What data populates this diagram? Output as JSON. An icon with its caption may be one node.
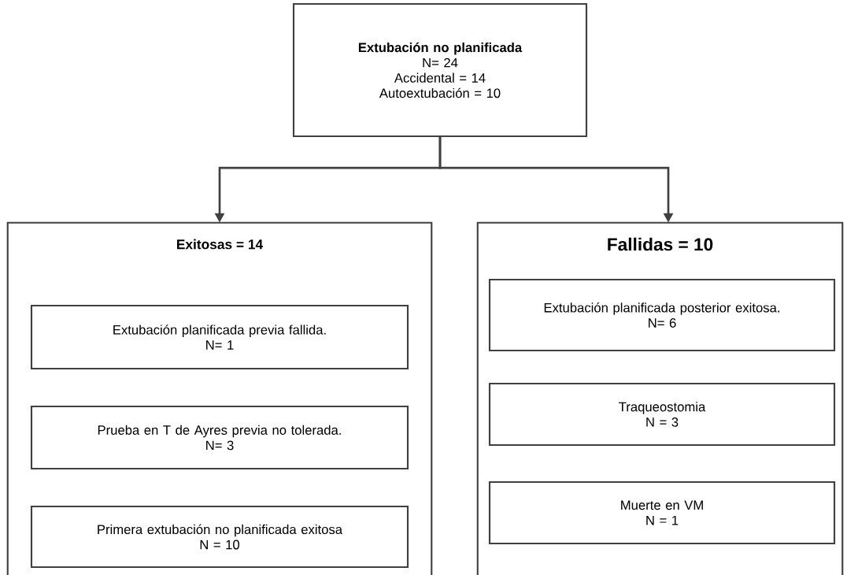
{
  "diagram": {
    "nodes": [
      {
        "text": [
          "Extubación no planificada",
          "N= 24",
          "Accidental = 14",
          "Autoextubación = 10"
        ]
      },
      {
        "text": [
          "Exitosas = 14"
        ]
      },
      {
        "text": [
          "Extubación planificada previa fallida.",
          "N= 1"
        ],
        "in": 1
      },
      {
        "text": [
          "Prueba en T de Ayres previa no tolerada.",
          "N= 3"
        ],
        "in": 1
      },
      {
        "text": [
          "Primera extubación no planificada exitosa",
          "N = 10"
        ],
        "in": 1
      },
      {
        "text": [
          "Fallidas = 10"
        ]
      },
      {
        "text": [
          "Extubación planificada posterior exitosa.",
          "N= 6"
        ],
        "in": 5
      },
      {
        "text": [
          "Traqueostomia",
          "N = 3"
        ],
        "in": 5
      },
      {
        "text": [
          "Muerte en VM",
          "N = 1"
        ],
        "in": 5
      }
    ],
    "edges": [
      {
        "from": 0,
        "to": 1,
        "arrow": "to"
      },
      {
        "from": 0,
        "to": 5,
        "arrow": "to"
      }
    ]
  }
}
